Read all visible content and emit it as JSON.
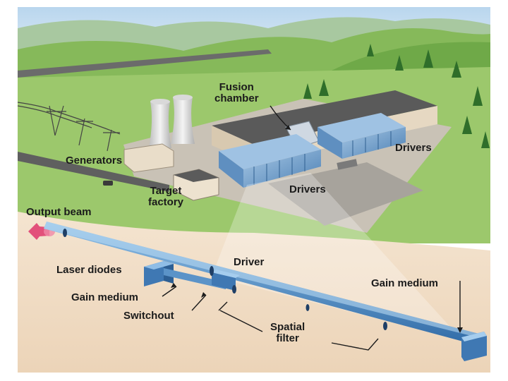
{
  "labels": {
    "fusion_chamber": [
      "Fusion",
      "chamber"
    ],
    "drivers_right": "Drivers",
    "generators": "Generators",
    "drivers_center": "Drivers",
    "target_factory": [
      "Target",
      "factory"
    ],
    "output_beam": "Output beam",
    "driver": "Driver",
    "laser_diodes": "Laser diodes",
    "gain_medium_left": "Gain medium",
    "gain_medium_right": "Gain medium",
    "switchout": "Switchout",
    "spatial_filter": [
      "Spatial",
      "filter"
    ]
  },
  "colors": {
    "sky": "#cfe3f2",
    "hills": "#7fb356",
    "grass": "#9cc86c",
    "ground": "#f1ddc6",
    "building_roof": "#5a5a5a",
    "building_wall": "#e6d8c2",
    "driver_blue": "#5f8fc0",
    "beamline": "#4f86bd",
    "beam_arrow": "#e2507a",
    "label_text": "#1b1b1b"
  }
}
